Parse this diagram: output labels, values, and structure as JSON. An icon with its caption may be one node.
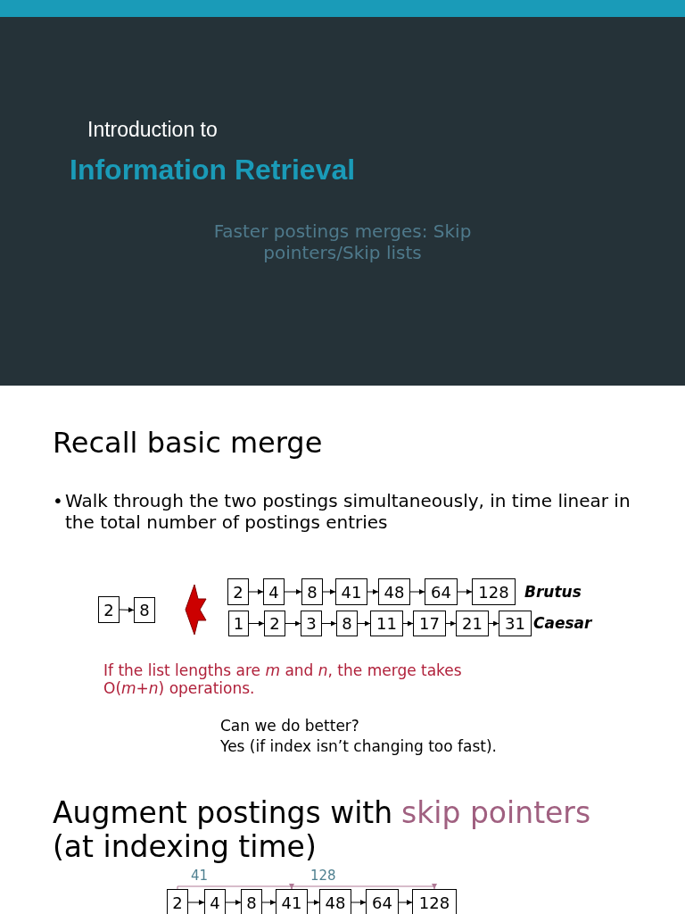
{
  "diagram": {
    "nodes": [
      {
        "text": [
          "2"
        ]
      },
      {
        "text": [
          "8"
        ]
      },
      {
        "text": [
          "2"
        ]
      },
      {
        "text": [
          "4"
        ]
      },
      {
        "text": [
          "8"
        ]
      },
      {
        "text": [
          "41"
        ]
      },
      {
        "text": [
          "48"
        ]
      },
      {
        "text": [
          "64"
        ]
      },
      {
        "text": [
          "128"
        ]
      },
      {
        "text": [
          "1"
        ]
      },
      {
        "text": [
          "2"
        ]
      },
      {
        "text": [
          "3"
        ]
      },
      {
        "text": [
          "8"
        ]
      },
      {
        "text": [
          "11"
        ]
      },
      {
        "text": [
          "17"
        ]
      },
      {
        "text": [
          "21"
        ]
      },
      {
        "text": [
          "31"
        ]
      },
      {
        "text": [
          "2"
        ]
      },
      {
        "text": [
          "4"
        ]
      },
      {
        "text": [
          "8"
        ]
      },
      {
        "text": [
          "41"
        ]
      },
      {
        "text": [
          "48"
        ]
      },
      {
        "text": [
          "64"
        ]
      },
      {
        "text": [
          "128"
        ]
      }
    ],
    "edges": [
      {
        "from": 0,
        "to": 1,
        "arrow": "to"
      },
      {
        "from": 2,
        "to": 3,
        "arrow": "to"
      },
      {
        "from": 3,
        "to": 4,
        "arrow": "to"
      },
      {
        "from": 4,
        "to": 5,
        "arrow": "to"
      },
      {
        "from": 5,
        "to": 6,
        "arrow": "to"
      },
      {
        "from": 6,
        "to": 7,
        "arrow": "to"
      },
      {
        "from": 7,
        "to": 8,
        "arrow": "to"
      },
      {
        "from": 9,
        "to": 10,
        "arrow": "to"
      },
      {
        "from": 10,
        "to": 11,
        "arrow": "to"
      },
      {
        "from": 11,
        "to": 12,
        "arrow": "to"
      },
      {
        "from": 12,
        "to": 13,
        "arrow": "to"
      },
      {
        "from": 13,
        "to": 14,
        "arrow": "to"
      },
      {
        "from": 14,
        "to": 15,
        "arrow": "to"
      },
      {
        "from": 15,
        "to": 16,
        "arrow": "to"
      },
      {
        "from": 17,
        "to": 18,
        "arrow": "to"
      },
      {
        "from": 18,
        "to": 19,
        "arrow": "to"
      },
      {
        "from": 19,
        "to": 20,
        "arrow": "to"
      },
      {
        "from": 20,
        "to": 21,
        "arrow": "to"
      },
      {
        "from": 21,
        "to": 22,
        "arrow": "to"
      },
      {
        "from": 22,
        "to": 23,
        "arrow": "to"
      },
      {
        "from": 17,
        "to": 20,
        "arrow": "to",
        "label": "41",
        "color": "#b07a96"
      },
      {
        "from": 20,
        "to": 23,
        "arrow": "to",
        "label": "128",
        "color": "#b07a96"
      }
    ],
    "labels": [
      "Introduction to",
      "Information Retrieval",
      "Faster postings merges: Skip pointers/Skip lists",
      "Recall basic merge",
      "•",
      "Walk through the two postings simultaneously, in time linear in the total number of postings entries",
      "Brutus",
      "Caesar",
      "If the list lengths are *m* and *n*, the merge takes O(*m*+*n*) operations.",
      "Can we do better?",
      "Yes (if index isn’t changing too fast).",
      "Augment postings with",
      "skip pointers",
      "(at indexing time)"
    ]
  }
}
